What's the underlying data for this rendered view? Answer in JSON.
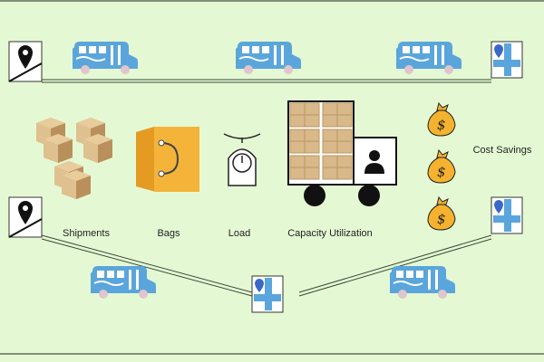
{
  "labels": {
    "shipments": "Shipments",
    "bags": "Bags",
    "load": "Load",
    "capacity": "Capacity Utilization",
    "savings": "Cost Savings"
  },
  "colors": {
    "background": "#e4f9d3",
    "bus": "#5aa5dc",
    "map_pin": "#3b67c9",
    "box": "#d9b98a",
    "bag": "#f4b43a",
    "money_bag": "#f5b22e"
  },
  "icons": [
    "location-pin-icon",
    "bus-icon",
    "map-icon",
    "boxes-icon",
    "shopping-bag-icon",
    "scale-icon",
    "truck-icon",
    "money-bag-icon",
    "person-icon"
  ]
}
